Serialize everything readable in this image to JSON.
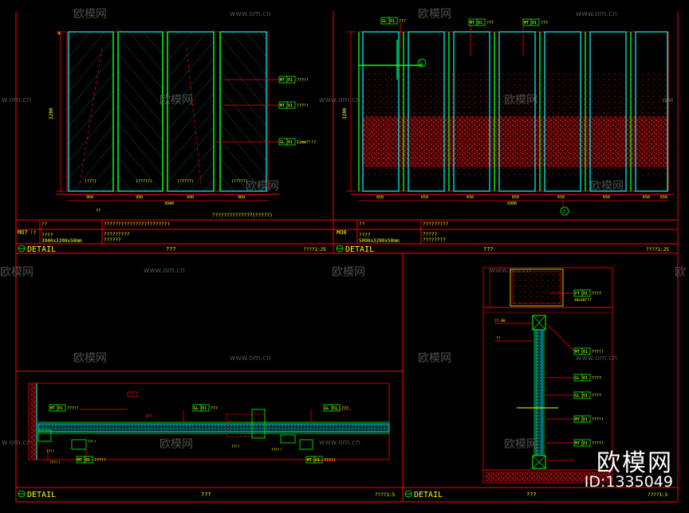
{
  "watermark": {
    "brand": "欧模网",
    "url": "www.om.cn",
    "id_label": "ID:1335049"
  },
  "colors": {
    "background": "#000000",
    "frame": "#ff0000",
    "glass": "#00ffff",
    "mullion": "#00ff00",
    "text": "#ffff00",
    "hatch": "#ff0000"
  },
  "panel_top_left": {
    "code": "MO7",
    "code_suffix": "!?",
    "line1": "??",
    "line2": "????",
    "size": "3940x3200x50mm",
    "notes": [
      "??????????????????????)",
      "?????????",
      "??????"
    ],
    "caption": "??????????????(?????)",
    "detail_label": "DETAIL",
    "title": "???",
    "scale": "????1:25",
    "panel_labels": [
      "(???)",
      "(?????)",
      "(?????)",
      "(?????)"
    ],
    "callouts": [
      {
        "tag1": "MT",
        "tag2": "01",
        "text": "???!!"
      },
      {
        "tag1": "MT",
        "tag2": "01",
        "text": "???!!"
      },
      {
        "tag1": "GL",
        "tag2": "01",
        "text": "12mm?!!?"
      }
    ],
    "dims_bottom": [
      "960",
      "990",
      "990",
      "960"
    ],
    "dim_total": "3940",
    "dim_height": "3200",
    "dim_sub": "??"
  },
  "panel_top_right": {
    "code": "MO8",
    "code_suffix": "",
    "line1": "??",
    "line2": "????",
    "size": "5090x3200x50mm",
    "notes": [
      "?????????",
      "?????",
      "????????"
    ],
    "detail_label": "DETAIL",
    "title": "???",
    "scale": "????1:25",
    "callouts": [
      {
        "tag1": "GL",
        "tag2": "01",
        "text": "???"
      },
      {
        "tag1": "MT",
        "tag2": "01",
        "text": "???"
      },
      {
        "tag1": "MT",
        "tag2": "01",
        "text": "???"
      }
    ],
    "dims_bottom": [
      "650",
      "650",
      "650",
      "650",
      "650",
      "650",
      "650",
      "650"
    ],
    "dim_total": "5090",
    "dim_height": "3200",
    "marker_number": "1",
    "marker_bottom": "2"
  },
  "panel_bottom_left": {
    "detail_label": "DETAIL",
    "title": "???",
    "scale": "????1:5",
    "red_tag": "???",
    "dim": "803",
    "callouts": [
      {
        "tag1": "MT",
        "tag2": "01",
        "text": "???!!"
      },
      {
        "tag1": "GL",
        "tag2": "01",
        "text": "???"
      },
      {
        "tag1": "GL",
        "tag2": "01",
        "text": "???"
      },
      {
        "tag1": "MT",
        "tag2": "01",
        "text": "???!!"
      },
      {
        "tag1": "MT",
        "tag2": "01",
        "text": "???!!"
      }
    ],
    "small_notes": [
      "??!!",
      "???!!",
      "??!!",
      "???!!",
      "??!!"
    ]
  },
  "panel_bottom_right": {
    "detail_label": "DETAIL",
    "title": "???",
    "scale": "????1:5",
    "callouts": [
      {
        "tag1": "PT",
        "tag2": "01",
        "text": "????"
      },
      {
        "tag1": "MT",
        "tag2": "01",
        "text": "???!!"
      },
      {
        "tag1": "GL",
        "tag2": "01",
        "text": "????"
      },
      {
        "tag1": "GL",
        "tag2": "01",
        "text": "????"
      },
      {
        "tag1": "MT",
        "tag2": "01",
        "text": "???!!"
      },
      {
        "tag1": "MT",
        "tag2": "01",
        "text": "????!"
      }
    ],
    "sub_note": "40x40???",
    "left_notes": [
      "??.00",
      "??"
    ]
  }
}
